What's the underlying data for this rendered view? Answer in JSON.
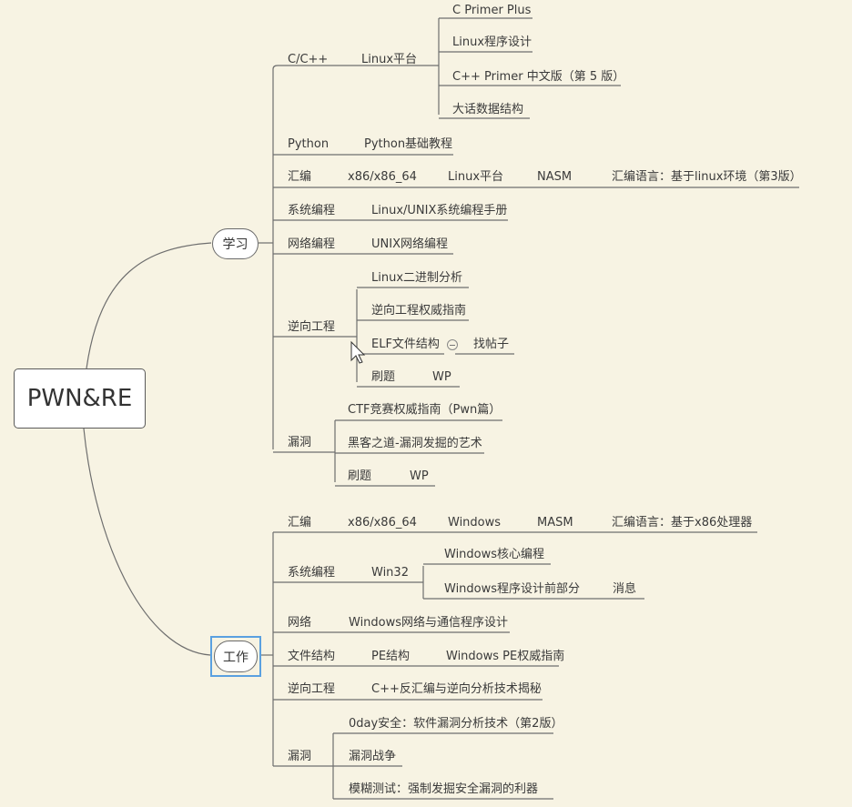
{
  "root": "PWN&RE",
  "study": {
    "label": "学习",
    "cpp": {
      "label": "C/C++",
      "platform": "Linux平台",
      "books": [
        "C Primer Plus",
        "Linux程序设计",
        "C++ Primer 中文版（第 5 版）",
        "大话数据结构"
      ]
    },
    "python": {
      "label": "Python",
      "book": "Python基础教程"
    },
    "asm": {
      "label": "汇编",
      "arch": "x86/x86_64",
      "platform": "Linux平台",
      "assembler": "NASM",
      "book": "汇编语言：基于linux环境（第3版）"
    },
    "syspro": {
      "label": "系统编程",
      "book": "Linux/UNIX系统编程手册"
    },
    "net": {
      "label": "网络编程",
      "book": "UNIX网络编程"
    },
    "re": {
      "label": "逆向工程",
      "items": [
        "Linux二进制分析",
        "逆向工程权威指南",
        "ELF文件结构",
        "刷题"
      ],
      "elf_child": "找帖子",
      "practice_child": "WP"
    },
    "vuln": {
      "label": "漏洞",
      "items": [
        "CTF竞赛权威指南（Pwn篇）",
        "黑客之道-漏洞发掘的艺术",
        "刷题"
      ],
      "practice_child": "WP"
    }
  },
  "work": {
    "label": "工作",
    "asm": {
      "label": "汇编",
      "arch": "x86/x86_64",
      "platform": "Windows",
      "assembler": "MASM",
      "book": "汇编语言：基于x86处理器"
    },
    "syspro": {
      "label": "系统编程",
      "api": "Win32",
      "books": [
        "Windows核心编程",
        "Windows程序设计前部分"
      ],
      "topic": "消息"
    },
    "net": {
      "label": "网络",
      "book": "Windows网络与通信程序设计"
    },
    "fileformat": {
      "label": "文件结构",
      "format": "PE结构",
      "book": "Windows PE权威指南"
    },
    "re": {
      "label": "逆向工程",
      "book": "C++反汇编与逆向分析技术揭秘"
    },
    "vuln": {
      "label": "漏洞",
      "items": [
        "0day安全：软件漏洞分析技术（第2版）",
        "漏洞战争",
        "模糊测试：强制发掘安全漏洞的利器"
      ]
    }
  },
  "colors": {
    "background": "#f7f3e3",
    "line": "#6e6e6e",
    "selection": "#5aa0e0"
  }
}
